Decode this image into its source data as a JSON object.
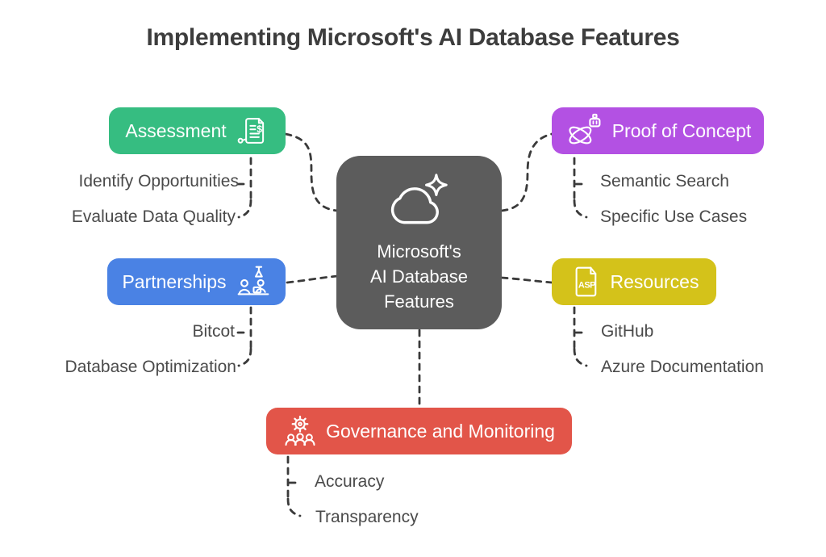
{
  "title": "Implementing Microsoft's AI Database Features",
  "center": {
    "label": "Microsoft's\nAI Database\nFeatures",
    "icon": "cloud-sparkle-icon",
    "color": "#5c5c5c"
  },
  "branches": {
    "assessment": {
      "label": "Assessment",
      "color": "#36bd81",
      "icon": "invoice-document-icon",
      "children": [
        "Identify Opportunities",
        "Evaluate Data Quality"
      ]
    },
    "proof_of_concept": {
      "label": "Proof of Concept",
      "color": "#b351e3",
      "icon": "ai-orbit-robot-icon",
      "children": [
        "Semantic Search",
        "Specific Use Cases"
      ]
    },
    "partnerships": {
      "label": "Partnerships",
      "color": "#4a82e4",
      "icon": "meeting-people-icon",
      "children": [
        "Bitcot",
        "Database Optimization"
      ]
    },
    "resources": {
      "label": "Resources",
      "color": "#d4c21a",
      "icon": "asp-file-icon",
      "children": [
        "GitHub",
        "Azure Documentation"
      ]
    },
    "governance": {
      "label": "Governance and Monitoring",
      "color": "#e25549",
      "icon": "governance-gear-people-icon",
      "children": [
        "Accuracy",
        "Transparency"
      ]
    }
  },
  "connector_color": "#3a3a3a"
}
